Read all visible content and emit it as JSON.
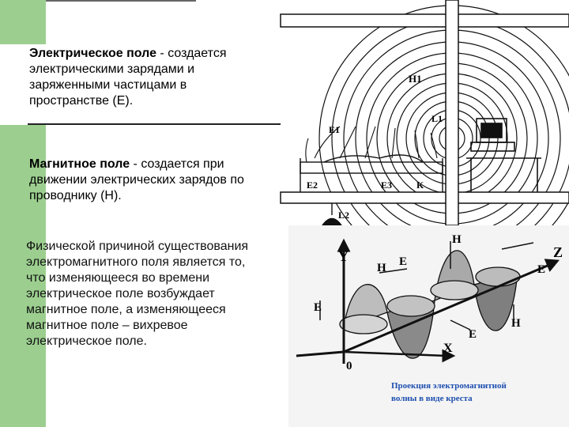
{
  "para1": {
    "term": "Электрическое поле",
    "rest": " - создается электрическими зарядами и заряженными частицами в пространстве (Е)."
  },
  "para2": {
    "term": "Магнитное поле",
    "rest": " - создается при движении электрических зарядов по проводнику (Н)."
  },
  "para3": "Физической причиной существования электромагнитного поля является то, что изменяющееся во времени электрическое поле возбуждает магнитное поле, а изменяющееся магнитное поле – вихревое электрическое поле.",
  "room_labels": {
    "h1": "H1",
    "l1": "L1",
    "e1": "E1",
    "e2": "E2",
    "e3": "E3",
    "k": "K",
    "l2": "L2"
  },
  "wave_labels": {
    "y": "Y",
    "z": "Z",
    "x": "X",
    "o": "0",
    "h": "H",
    "e": "E"
  },
  "caption_line1": "Проекция электромагнитной",
  "caption_line2": "волны в виде креста",
  "colors": {
    "sidebar": "#9ccf8f",
    "caption": "#1e4fb0"
  }
}
